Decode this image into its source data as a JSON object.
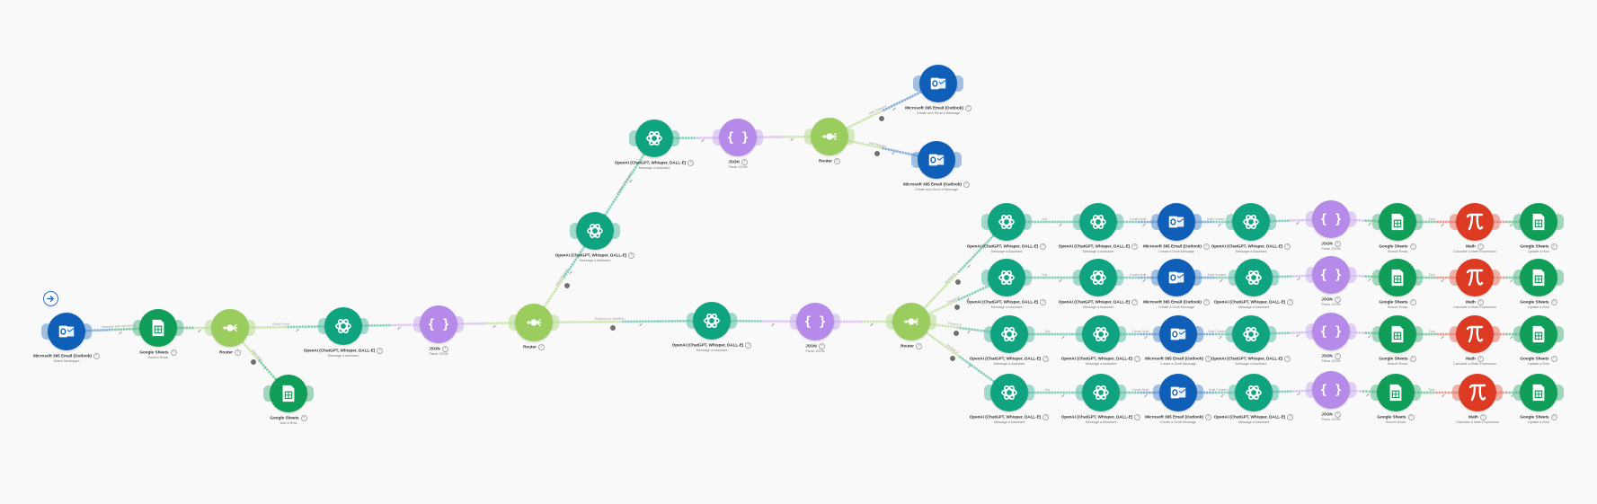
{
  "colors": {
    "outlook": "#0f5fb8",
    "sheets": "#0f9d58",
    "openai": "#10a37f",
    "json": "#b58ae8",
    "router": "#9acd5d",
    "math": "#dc3a23",
    "link_default": "#98d9a6"
  },
  "nodes": [
    {
      "id": "n1",
      "type": "outlook",
      "title": "Microsoft 365 Email (Outlook)",
      "subtitle": "Watch Messages",
      "icon": "outlook-icon"
    },
    {
      "id": "n2",
      "type": "sheets",
      "title": "Google Sheets",
      "subtitle": "Search Rows",
      "icon": "sheets-icon"
    },
    {
      "id": "n3",
      "type": "router",
      "title": "Router",
      "subtitle": "",
      "icon": "router-icon"
    },
    {
      "id": "n4",
      "type": "sheets",
      "title": "Google Sheets",
      "subtitle": "Add a Row",
      "icon": "sheets-icon"
    },
    {
      "id": "n5",
      "type": "openai",
      "title": "OpenAI (ChatGPT, Whisper, DALL-E)",
      "subtitle": "Message a Assistant",
      "icon": "openai-icon"
    },
    {
      "id": "n6",
      "type": "json",
      "title": "JSON",
      "subtitle": "Parse JSON",
      "icon": "json-icon"
    },
    {
      "id": "n7",
      "type": "router",
      "title": "Router",
      "subtitle": "",
      "icon": "router-icon"
    },
    {
      "id": "n8",
      "type": "openai",
      "title": "OpenAI (ChatGPT, Whisper, DALL-E)",
      "subtitle": "Message a Assistant",
      "icon": "openai-icon"
    },
    {
      "id": "n9",
      "type": "openai",
      "title": "OpenAI (ChatGPT, Whisper, DALL-E)",
      "subtitle": "Message a Assistant",
      "icon": "openai-icon"
    },
    {
      "id": "n10",
      "type": "json",
      "title": "JSON",
      "subtitle": "Parse JSON",
      "icon": "json-icon"
    },
    {
      "id": "n11",
      "type": "router",
      "title": "Router",
      "subtitle": "",
      "icon": "router-icon"
    },
    {
      "id": "n12",
      "type": "outlook",
      "title": "Microsoft 365 Email (Outlook)",
      "subtitle": "Create and Send a Message",
      "icon": "outlook-icon"
    },
    {
      "id": "n13",
      "type": "outlook",
      "title": "Microsoft 365 Email (Outlook)",
      "subtitle": "Create and Send a Message",
      "icon": "outlook-icon"
    },
    {
      "id": "n14",
      "type": "openai",
      "title": "OpenAI (ChatGPT, Whisper, DALL-E)",
      "subtitle": "Message a Assistant",
      "icon": "openai-icon"
    },
    {
      "id": "n15",
      "type": "json",
      "title": "JSON",
      "subtitle": "Parse JSON",
      "icon": "json-icon"
    },
    {
      "id": "n16",
      "type": "router",
      "title": "Router",
      "subtitle": "",
      "icon": "router-icon"
    },
    {
      "id": "r1a",
      "type": "openai",
      "title": "OpenAI (ChatGPT, Whisper, DALL-E)",
      "subtitle": "Message a Assistant",
      "icon": "openai-icon"
    },
    {
      "id": "r1b",
      "type": "openai",
      "title": "OpenAI (ChatGPT, Whisper, DALL-E)",
      "subtitle": "Message a Assistant",
      "icon": "openai-icon"
    },
    {
      "id": "r1c",
      "type": "outlook",
      "title": "Microsoft 365 Email (Outlook)",
      "subtitle": "Create a Draft Message",
      "icon": "outlook-icon"
    },
    {
      "id": "r1d",
      "type": "openai",
      "title": "OpenAI (ChatGPT, Whisper, DALL-E)",
      "subtitle": "Message a Assistant",
      "icon": "openai-icon"
    },
    {
      "id": "r1e",
      "type": "json",
      "title": "JSON",
      "subtitle": "Parse JSON",
      "icon": "json-icon"
    },
    {
      "id": "r1f",
      "type": "sheets",
      "title": "Google Sheets",
      "subtitle": "Search Rows",
      "icon": "sheets-icon"
    },
    {
      "id": "r1g",
      "type": "math",
      "title": "Math",
      "subtitle": "Calculate a Math Expression",
      "icon": "pi-icon"
    },
    {
      "id": "r1h",
      "type": "sheets",
      "title": "Google Sheets",
      "subtitle": "Update a Row",
      "icon": "sheets-icon"
    },
    {
      "id": "r2a",
      "type": "openai",
      "title": "OpenAI (ChatGPT, Whisper, DALL-E)",
      "subtitle": "Message a Assistant",
      "icon": "openai-icon"
    },
    {
      "id": "r2b",
      "type": "openai",
      "title": "OpenAI (ChatGPT, Whisper, DALL-E)",
      "subtitle": "Message a Assistant",
      "icon": "openai-icon"
    },
    {
      "id": "r2c",
      "type": "outlook",
      "title": "Microsoft 365 Email (Outlook)",
      "subtitle": "Create a Draft Message",
      "icon": "outlook-icon"
    },
    {
      "id": "r2d",
      "type": "openai",
      "title": "OpenAI (ChatGPT, Whisper, DALL-E)",
      "subtitle": "Message a Assistant",
      "icon": "openai-icon"
    },
    {
      "id": "r2e",
      "type": "json",
      "title": "JSON",
      "subtitle": "Parse JSON",
      "icon": "json-icon"
    },
    {
      "id": "r2f",
      "type": "sheets",
      "title": "Google Sheets",
      "subtitle": "Search Rows",
      "icon": "sheets-icon"
    },
    {
      "id": "r2g",
      "type": "math",
      "title": "Math",
      "subtitle": "Calculate a Math Expression",
      "icon": "pi-icon"
    },
    {
      "id": "r2h",
      "type": "sheets",
      "title": "Google Sheets",
      "subtitle": "Update a Row",
      "icon": "sheets-icon"
    },
    {
      "id": "r3a",
      "type": "openai",
      "title": "OpenAI (ChatGPT, Whisper, DALL-E)",
      "subtitle": "Message a Assistant",
      "icon": "openai-icon"
    },
    {
      "id": "r3b",
      "type": "openai",
      "title": "OpenAI (ChatGPT, Whisper, DALL-E)",
      "subtitle": "Message a Assistant",
      "icon": "openai-icon"
    },
    {
      "id": "r3c",
      "type": "outlook",
      "title": "Microsoft 365 Email (Outlook)",
      "subtitle": "Create a Draft Message",
      "icon": "outlook-icon"
    },
    {
      "id": "r3d",
      "type": "openai",
      "title": "OpenAI (ChatGPT, Whisper, DALL-E)",
      "subtitle": "Message a Assistant",
      "icon": "openai-icon"
    },
    {
      "id": "r3e",
      "type": "json",
      "title": "JSON",
      "subtitle": "Parse JSON",
      "icon": "json-icon"
    },
    {
      "id": "r3f",
      "type": "sheets",
      "title": "Google Sheets",
      "subtitle": "Search Rows",
      "icon": "sheets-icon"
    },
    {
      "id": "r3g",
      "type": "math",
      "title": "Math",
      "subtitle": "Calculate a Math Expression",
      "icon": "pi-icon"
    },
    {
      "id": "r3h",
      "type": "sheets",
      "title": "Google Sheets",
      "subtitle": "Update a Row",
      "icon": "sheets-icon"
    },
    {
      "id": "r4a",
      "type": "openai",
      "title": "OpenAI (ChatGPT, Whisper, DALL-E)",
      "subtitle": "Message a Assistant",
      "icon": "openai-icon"
    },
    {
      "id": "r4b",
      "type": "openai",
      "title": "OpenAI (ChatGPT, Whisper, DALL-E)",
      "subtitle": "Message a Assistant",
      "icon": "openai-icon"
    },
    {
      "id": "r4c",
      "type": "outlook",
      "title": "Microsoft 365 Email (Outlook)",
      "subtitle": "Create a Draft Message",
      "icon": "outlook-icon"
    },
    {
      "id": "r4d",
      "type": "openai",
      "title": "OpenAI (ChatGPT, Whisper, DALL-E)",
      "subtitle": "Message a Assistant",
      "icon": "openai-icon"
    },
    {
      "id": "r4e",
      "type": "json",
      "title": "JSON",
      "subtitle": "Parse JSON",
      "icon": "json-icon"
    },
    {
      "id": "r4f",
      "type": "sheets",
      "title": "Google Sheets",
      "subtitle": "Search Rows",
      "icon": "sheets-icon"
    },
    {
      "id": "r4g",
      "type": "math",
      "title": "Math",
      "subtitle": "Calculate a Math Expression",
      "icon": "pi-icon"
    },
    {
      "id": "r4h",
      "type": "sheets",
      "title": "Google Sheets",
      "subtitle": "Update a Row",
      "icon": "sheets-icon"
    }
  ],
  "links": [
    {
      "from": "n1",
      "to": "n2",
      "label": "Message with valid Inbox"
    },
    {
      "from": "n2",
      "to": "n3",
      "label": ""
    },
    {
      "from": "n3",
      "to": "n4",
      "label": "New client",
      "filter": true
    },
    {
      "from": "n3",
      "to": "n5",
      "label": "Client Found"
    },
    {
      "from": "n5",
      "to": "n6",
      "label": ""
    },
    {
      "from": "n6",
      "to": "n7",
      "label": ""
    },
    {
      "from": "n7",
      "to": "n8",
      "label": "Client Request",
      "filter": true
    },
    {
      "from": "n8",
      "to": "n9",
      "label": "Further Information"
    },
    {
      "from": "n9",
      "to": "n10",
      "label": ""
    },
    {
      "from": "n10",
      "to": "n11",
      "label": ""
    },
    {
      "from": "n11",
      "to": "n12",
      "label": "Offer Request",
      "filter": true
    },
    {
      "from": "n11",
      "to": "n13",
      "label": "Info Request",
      "filter": true
    },
    {
      "from": "n7",
      "to": "n14",
      "label": "Request not identified",
      "filter": true
    },
    {
      "from": "n14",
      "to": "n15",
      "label": ""
    },
    {
      "from": "n15",
      "to": "n16",
      "label": ""
    },
    {
      "from": "n16",
      "to": "r1a",
      "label": "Product A",
      "filter": true
    },
    {
      "from": "n16",
      "to": "r2a",
      "label": "Product B",
      "filter": true
    },
    {
      "from": "n16",
      "to": "r3a",
      "label": "Product C",
      "filter": true
    },
    {
      "from": "n16",
      "to": "r4a",
      "label": "Product D",
      "filter": true
    },
    {
      "from": "r1a",
      "to": "r1b",
      "label": "Sub"
    },
    {
      "from": "r1b",
      "to": "r1c",
      "label": "Create Draft"
    },
    {
      "from": "r1c",
      "to": "r1d",
      "label": "Draft Created"
    },
    {
      "from": "r1d",
      "to": "r1e",
      "label": ""
    },
    {
      "from": "r1e",
      "to": "r1f",
      "label": ""
    },
    {
      "from": "r1f",
      "to": "r1g",
      "label": "Total"
    },
    {
      "from": "r1g",
      "to": "r1h",
      "label": ""
    },
    {
      "from": "r2a",
      "to": "r2b",
      "label": "Sub"
    },
    {
      "from": "r2b",
      "to": "r2c",
      "label": "Create Draft"
    },
    {
      "from": "r2c",
      "to": "r2d",
      "label": "Draft Created"
    },
    {
      "from": "r2d",
      "to": "r2e",
      "label": ""
    },
    {
      "from": "r2e",
      "to": "r2f",
      "label": ""
    },
    {
      "from": "r2f",
      "to": "r2g",
      "label": "Total"
    },
    {
      "from": "r2g",
      "to": "r2h",
      "label": ""
    },
    {
      "from": "r3a",
      "to": "r3b",
      "label": "Sub"
    },
    {
      "from": "r3b",
      "to": "r3c",
      "label": "Create Draft"
    },
    {
      "from": "r3c",
      "to": "r3d",
      "label": "Draft Created"
    },
    {
      "from": "r3d",
      "to": "r3e",
      "label": ""
    },
    {
      "from": "r3e",
      "to": "r3f",
      "label": ""
    },
    {
      "from": "r3f",
      "to": "r3g",
      "label": "Total"
    },
    {
      "from": "r3g",
      "to": "r3h",
      "label": ""
    },
    {
      "from": "r4a",
      "to": "r4b",
      "label": "Sub"
    },
    {
      "from": "r4b",
      "to": "r4c",
      "label": "Create Draft"
    },
    {
      "from": "r4c",
      "to": "r4d",
      "label": "Draft Created"
    },
    {
      "from": "r4d",
      "to": "r4e",
      "label": ""
    },
    {
      "from": "r4e",
      "to": "r4f",
      "label": ""
    },
    {
      "from": "r4f",
      "to": "r4g",
      "label": "Total"
    },
    {
      "from": "r4g",
      "to": "r4h",
      "label": ""
    }
  ]
}
